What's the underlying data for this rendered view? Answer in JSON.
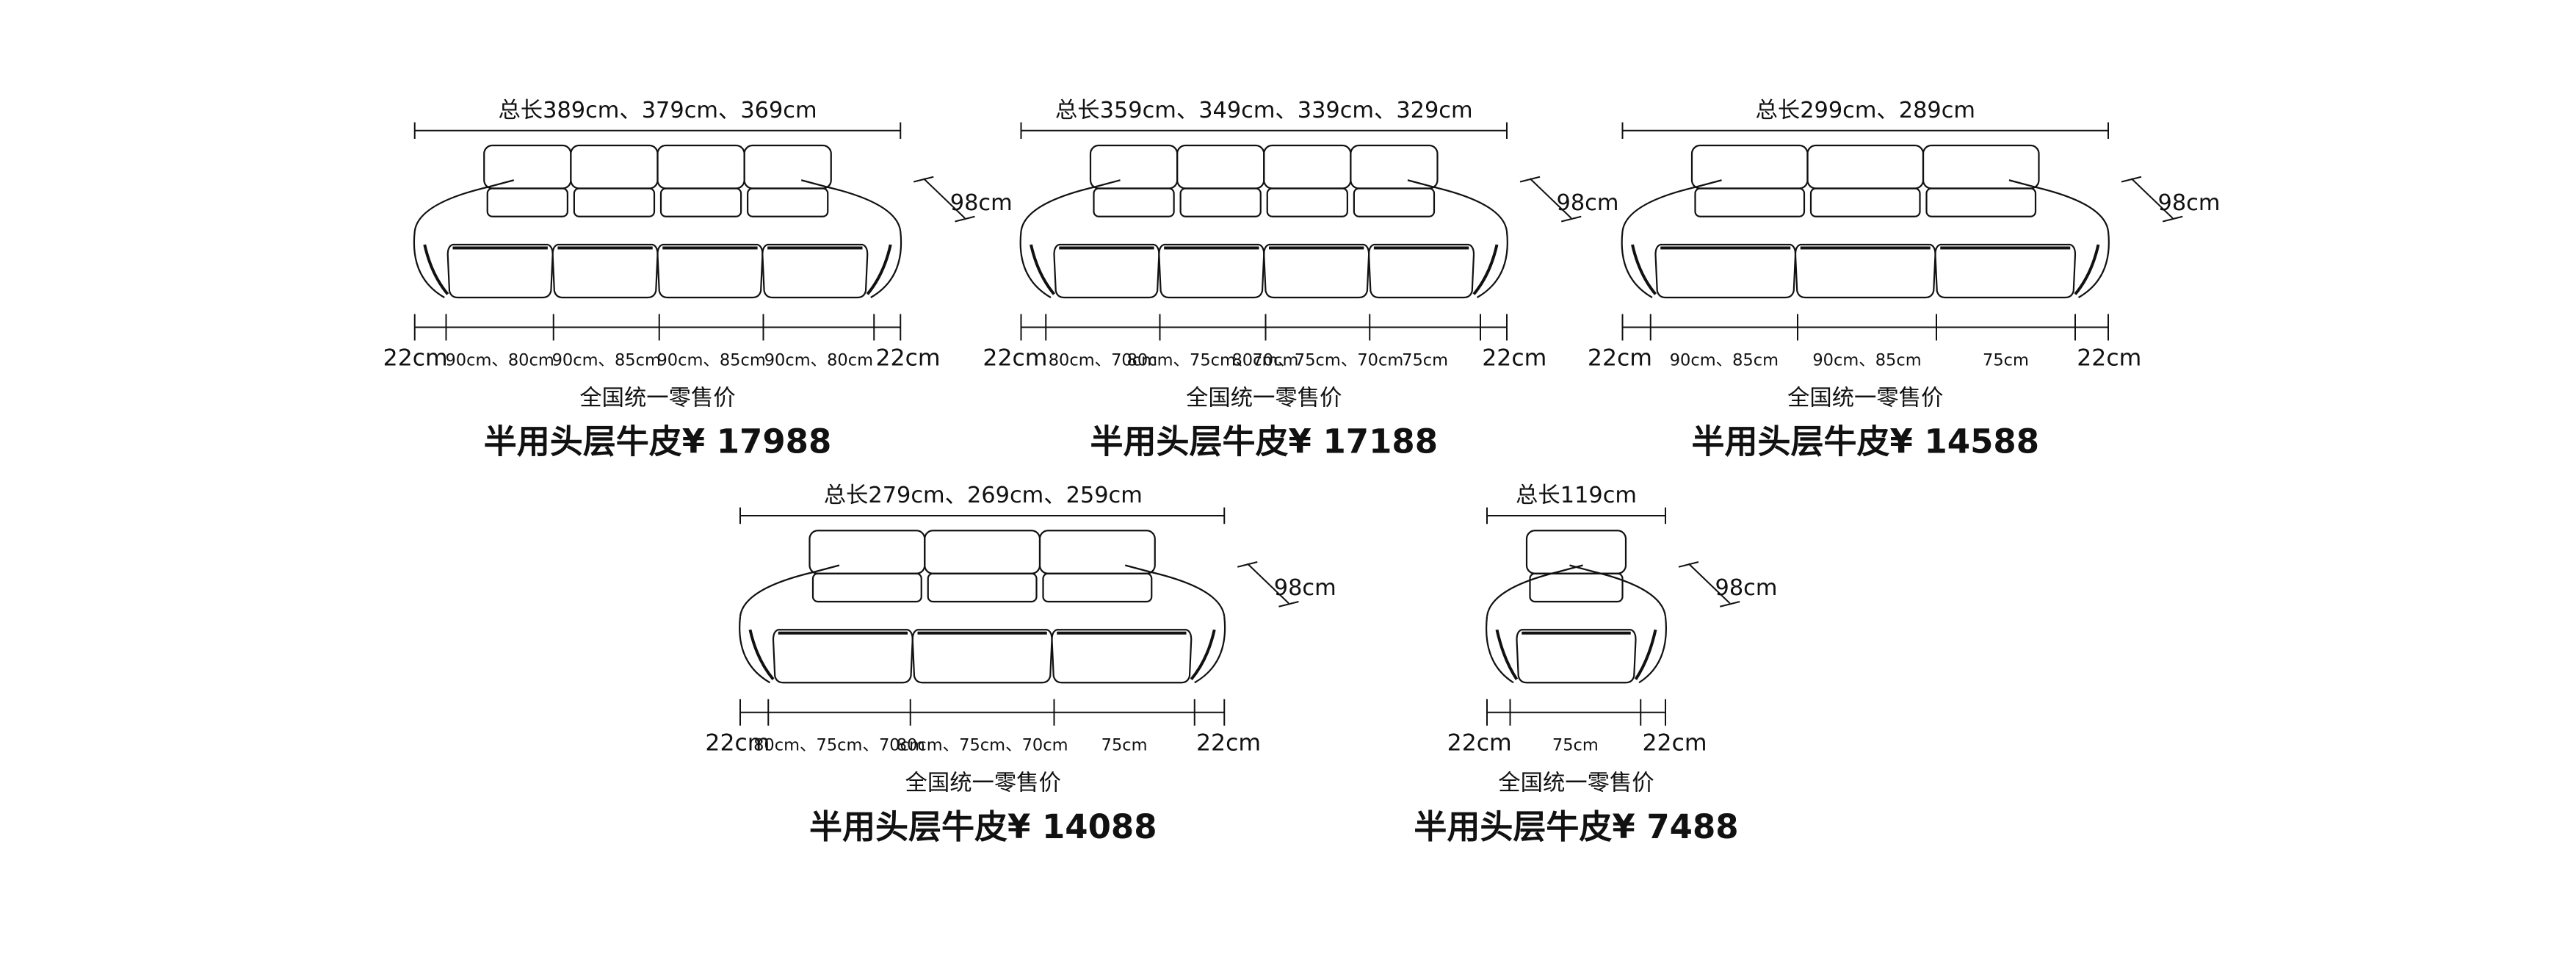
{
  "products": [
    {
      "total_length": "总长389cm、379cm、369cm",
      "height": "98cm",
      "segments": [
        "22cm",
        "90cm、80cm",
        "90cm、85cm",
        "90cm、85cm",
        "90cm、80cm",
        "22cm"
      ],
      "price_label": "全国统一零售价",
      "price_text": "半用头层牛皮¥ 17988"
    },
    {
      "total_length": "总长359cm、349cm、339cm、329cm",
      "height": "98cm",
      "segments": [
        "22cm",
        "80cm、70cm",
        "80cm、75cm、70cm",
        "80cm、75cm、70cm",
        "75cm",
        "22cm"
      ],
      "price_label": "全国统一零售价",
      "price_text": "半用头层牛皮¥ 17188"
    },
    {
      "total_length": "总长299cm、289cm",
      "height": "98cm",
      "segments": [
        "22cm",
        "90cm、85cm",
        "90cm、85cm",
        "75cm",
        "22cm"
      ],
      "price_label": "全国统一零售价",
      "price_text": "半用头层牛皮¥ 14588"
    },
    {
      "total_length": "总长279cm、269cm、259cm",
      "height": "98cm",
      "segments": [
        "22cm",
        "80cm、75cm、70cm",
        "80cm、75cm、70cm",
        "75cm",
        "22cm"
      ],
      "price_label": "全国统一零售价",
      "price_text": "半用头层牛皮¥ 14088"
    },
    {
      "total_length": "总长119cm",
      "height": "98cm",
      "segments": [
        "22cm",
        "75cm",
        "22cm"
      ],
      "price_label": "全国统一零售价",
      "price_text": "半用头层牛皮¥ 7488"
    }
  ]
}
